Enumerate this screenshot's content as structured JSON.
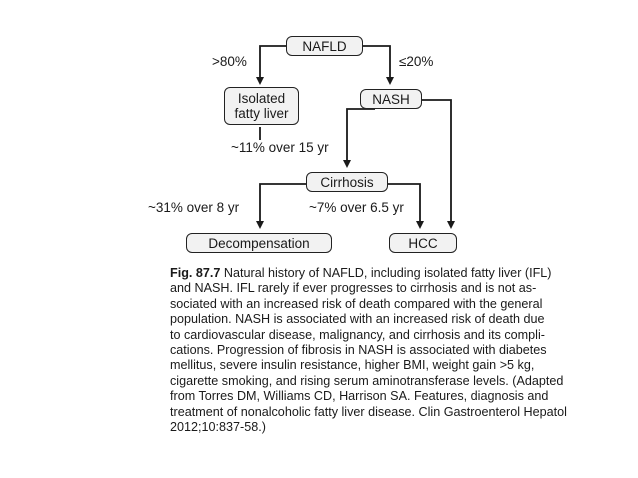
{
  "diagram": {
    "nodes": {
      "nafld": "NAFLD",
      "isolated_line1": "Isolated",
      "isolated_line2": "fatty liver",
      "nash": "NASH",
      "cirrhosis": "Cirrhosis",
      "decompensation": "Decompensation",
      "hcc": "HCC"
    },
    "edges": {
      "nafld_to_isolated": ">80%",
      "nafld_to_nash": "≤20%",
      "nash_to_cirrhosis": "~11% over 15 yr",
      "cirrhosis_to_decompensation": "~31% over 8 yr",
      "cirrhosis_to_hcc": "~7% over 6.5 yr"
    }
  },
  "caption": {
    "fig_label": "Fig. 87.7",
    "lines": [
      "Natural history of NAFLD, including isolated fatty liver (IFL)",
      "and NASH. IFL rarely if ever progresses to cirrhosis and is not as-",
      "sociated with an increased risk of death compared with the general",
      "population. NASH is associated with an increased risk of death due",
      "to cardiovascular disease, malignancy, and cirrhosis and its compli-",
      "cations. Progression of fibrosis in NASH is associated with diabetes",
      "mellitus, severe insulin resistance, higher BMI, weight gain >5 kg,",
      "cigarette smoking, and rising serum aminotransferase levels. (Adapted",
      "from Torres DM, Williams CD, Harrison SA. Features, diagnosis and",
      "treatment of nonalcoholic fatty liver disease. Clin Gastroenterol Hepatol",
      "2012;10:837-58.)"
    ]
  }
}
